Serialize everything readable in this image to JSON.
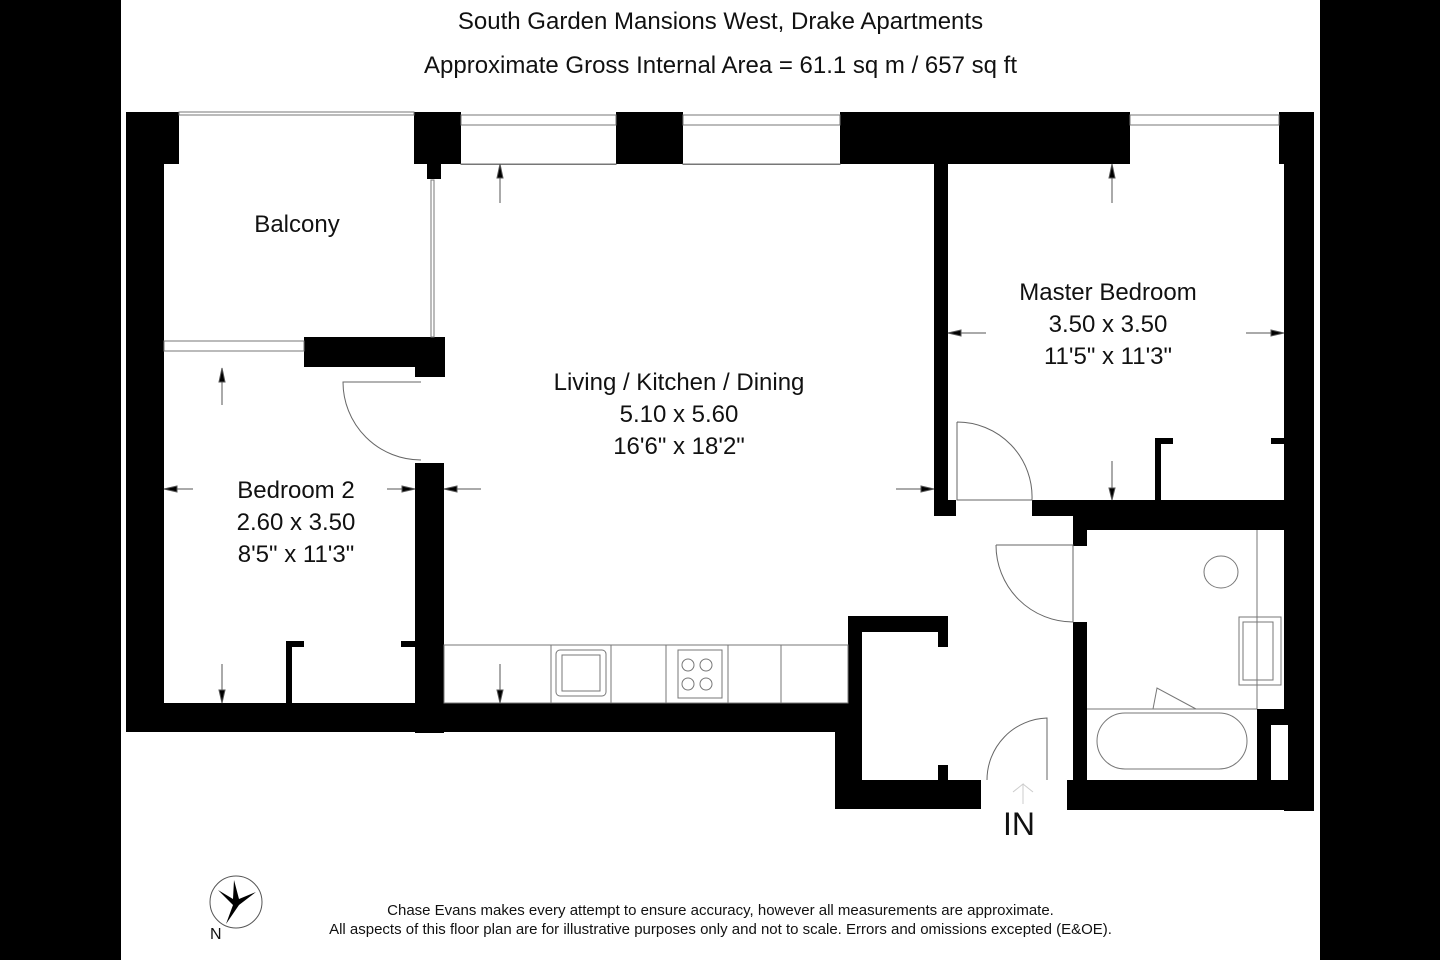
{
  "header": {
    "title": "South Garden Mansions West, Drake Apartments",
    "area": "Approximate Gross Internal Area = 61.1 sq m / 657 sq ft"
  },
  "rooms": [
    {
      "name": "Balcony"
    },
    {
      "name": "Living / Kitchen / Dining",
      "metric": "5.10 x 5.60",
      "imperial": "16'6\" x 18'2\""
    },
    {
      "name": "Master Bedroom",
      "metric": "3.50 x 3.50",
      "imperial": "11'5\" x 11'3\""
    },
    {
      "name": "Bedroom 2",
      "metric": "2.60 x 3.50",
      "imperial": "8'5\" x 11'3\""
    }
  ],
  "entrance": {
    "label": "IN"
  },
  "compass": {
    "label": "N"
  },
  "footer": {
    "line1": "Chase Evans makes every attempt to ensure accuracy, however all measurements are approximate.",
    "line2": "All aspects of this floor plan are for illustrative purposes only and not to scale. Errors and omissions excepted (E&OE)."
  },
  "colors": {
    "wall": "#000000",
    "background": "#ffffff",
    "fixture_line": "#777777"
  }
}
